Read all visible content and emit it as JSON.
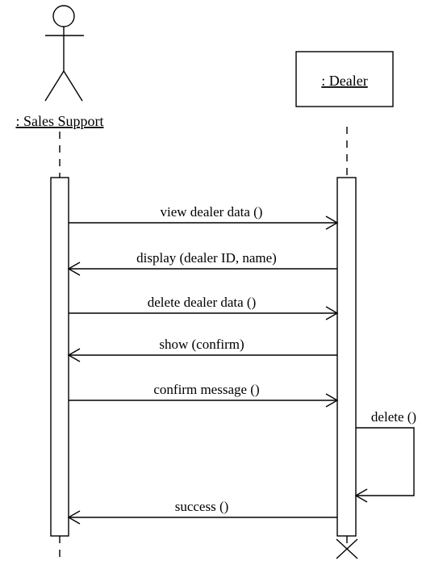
{
  "participants": {
    "actor": {
      "label": ": Sales Support"
    },
    "object": {
      "label": ": Dealer"
    }
  },
  "messages": [
    {
      "label": "view dealer data ()",
      "direction": "request"
    },
    {
      "label": "display (dealer ID, name)",
      "direction": "reply"
    },
    {
      "label": "delete dealer data ()",
      "direction": "request"
    },
    {
      "label": "show (confirm)",
      "direction": "reply"
    },
    {
      "label": "confirm message ()",
      "direction": "request"
    },
    {
      "label": "delete ()",
      "direction": "self"
    },
    {
      "label": "success ()",
      "direction": "reply"
    }
  ]
}
